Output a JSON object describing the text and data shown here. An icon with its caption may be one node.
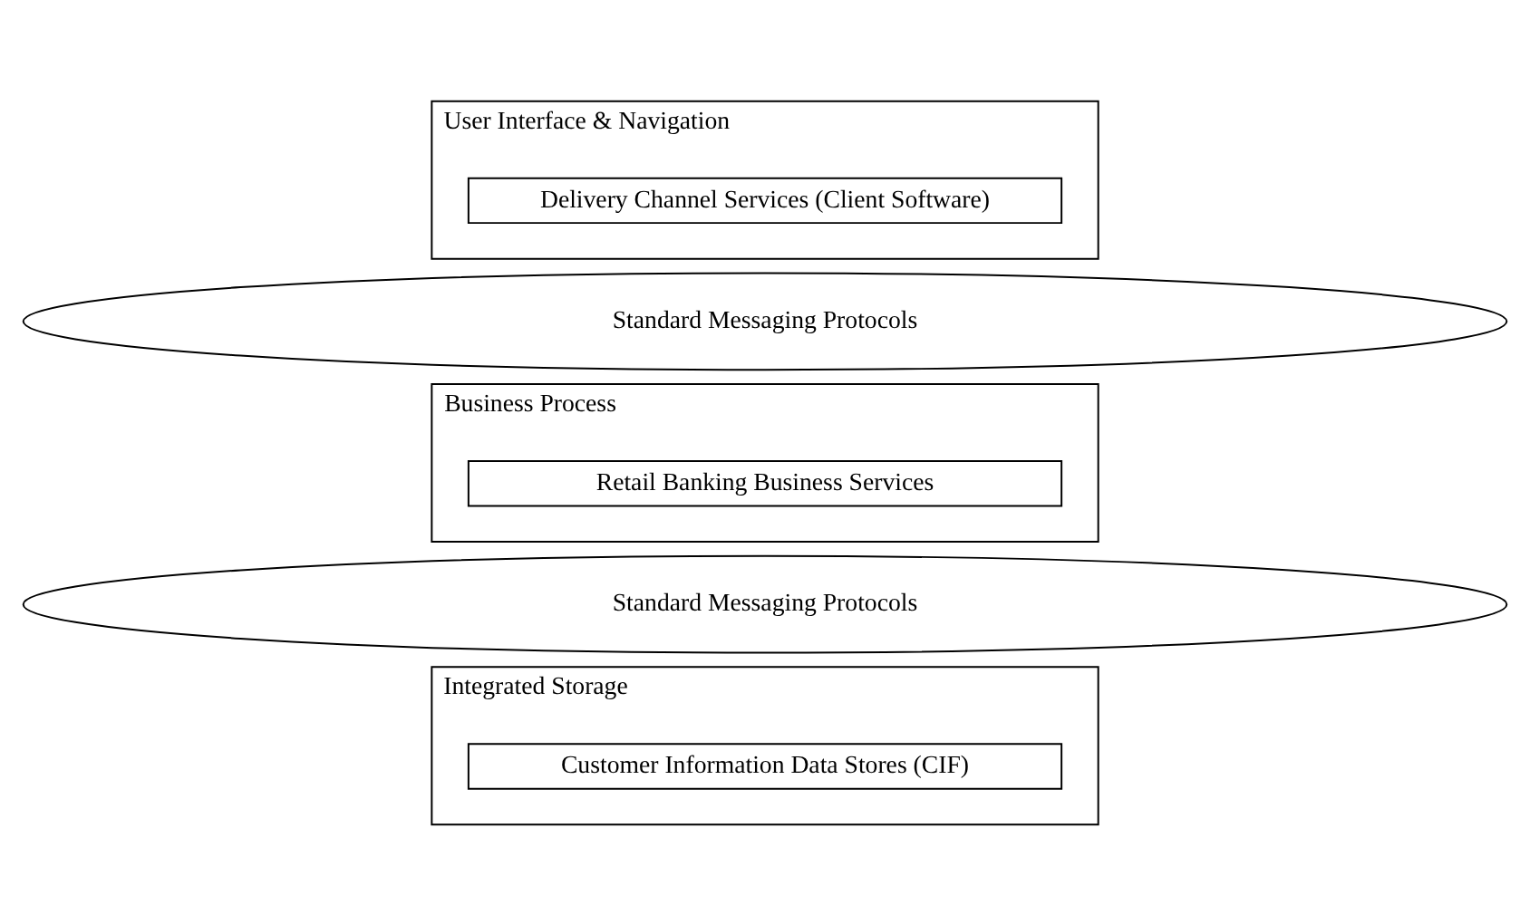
{
  "diagram": {
    "nodes": [
      {
        "text": [
          "User Interface & Navigation"
        ]
      },
      {
        "text": [
          "Delivery Channel Services (Client Software)"
        ],
        "in": 0
      },
      {
        "text": [
          "Standard Messaging Protocols"
        ]
      },
      {
        "text": [
          "Business Process"
        ]
      },
      {
        "text": [
          "Retail Banking Business Services"
        ],
        "in": 3
      },
      {
        "text": [
          "Standard Messaging Protocols"
        ]
      },
      {
        "text": [
          "Integrated Storage"
        ]
      },
      {
        "text": [
          "Customer Information Data Stores (CIF)"
        ],
        "in": 6
      }
    ],
    "edges": []
  }
}
